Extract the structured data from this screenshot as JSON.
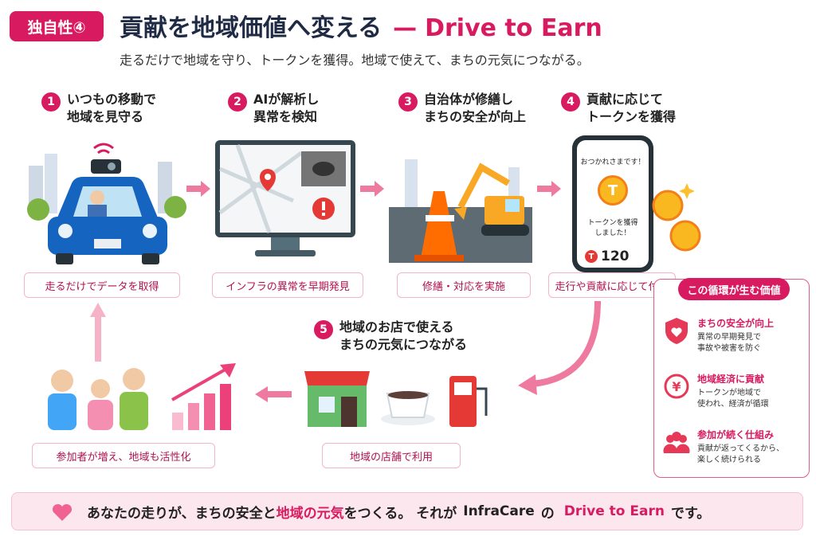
{
  "header": {
    "badge": "独自性④",
    "title": "貢献を地域価値へ変える",
    "dash": "—",
    "title_en": "Drive to Earn",
    "subtitle": "走るだけで地域を守り、トークンを獲得。地域で使えて、まちの元気につながる。"
  },
  "steps": [
    {
      "num": "1",
      "line1": "いつもの移動で",
      "line2": "地域を見守る",
      "caption": "走るだけでデータを取得"
    },
    {
      "num": "2",
      "line1": "AIが解析し",
      "line2": "異常を検知",
      "caption": "インフラの異常を早期発見"
    },
    {
      "num": "3",
      "line1": "自治体が修繕し",
      "line2": "まちの安全が向上",
      "caption": "修繕・対応を実施"
    },
    {
      "num": "4",
      "line1": "貢献に応じて",
      "line2": "トークンを獲得",
      "caption": "走行や貢献に応じて付与"
    },
    {
      "num": "5",
      "line1": "地域のお店で使える",
      "line2": "まちの元気につながる",
      "caption": "地域の店舗で利用"
    }
  ],
  "community_caption": "参加者が増え、地域も活性化",
  "phone": {
    "greeting": "おつかれさまです！",
    "coin_letter": "T",
    "earned_line1": "トークンを獲得",
    "earned_line2": "しました！",
    "balance": "120"
  },
  "value_panel": {
    "title": "この循環が生む価値",
    "items": [
      {
        "icon": "shield-heart-icon",
        "title": "まちの安全が向上",
        "line1": "異常の早期発見で",
        "line2": "事故や被害を防ぐ"
      },
      {
        "icon": "yen-cycle-icon",
        "title": "地域経済に貢献",
        "line1": "トークンが地域で",
        "line2": "使われ、経済が循環"
      },
      {
        "icon": "people-icon",
        "title": "参加が続く仕組み",
        "line1": "貢献が返ってくるから、",
        "line2": "楽しく続けられる"
      }
    ]
  },
  "footer": {
    "part1": "あなたの走りが、まちの安全と",
    "highlight1": "地域の元気",
    "part2": "をつくる。 それが",
    "brand": "InfraCare",
    "part3": "の",
    "highlight2": "Drive to Earn",
    "part4": "です。"
  },
  "colors": {
    "accent": "#d81b60",
    "navy": "#1f2a44",
    "light_pink": "#fde7ee",
    "car_blue": "#1565c0"
  }
}
